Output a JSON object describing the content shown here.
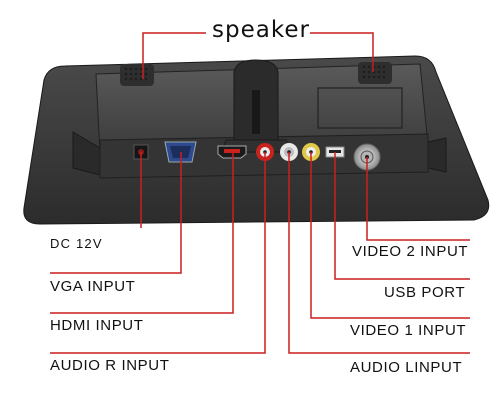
{
  "title": "speaker",
  "labels": {
    "dc": "DC 12V",
    "vga": "VGA INPUT",
    "hdmi": "HDMI INPUT",
    "audio_r": "AUDIO R INPUT",
    "video2": "VIDEO 2 INPUT",
    "usb": "USB PORT",
    "video1": "VIDEO 1 INPUT",
    "audio_l": "AUDIO LINPUT"
  },
  "colors": {
    "callout": "#cc1e1e",
    "panel": "#3a3a3a",
    "panel_dark": "#262626",
    "rca_red": "#c8231f",
    "rca_white": "#e8e8e8"
  }
}
